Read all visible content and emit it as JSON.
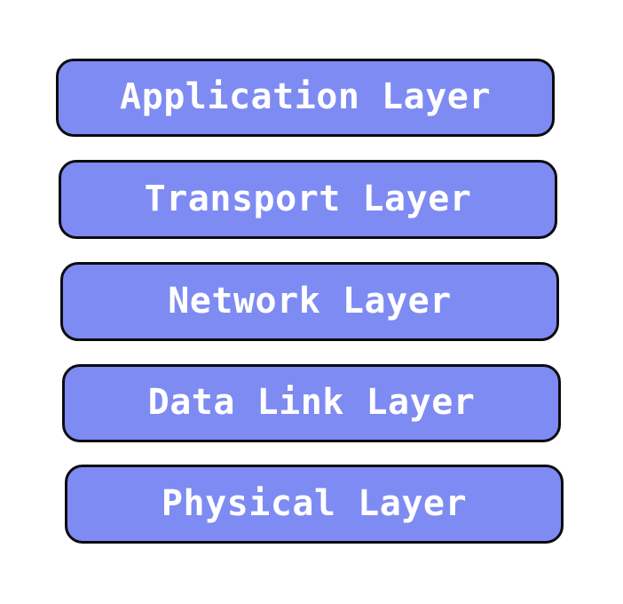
{
  "diagram": {
    "type": "layer-stack",
    "layers": [
      {
        "label": "Application Layer"
      },
      {
        "label": "Transport Layer"
      },
      {
        "label": "Network Layer"
      },
      {
        "label": "Data Link Layer"
      },
      {
        "label": "Physical Layer"
      }
    ],
    "colors": {
      "background": "#FFFFFF",
      "box_fill": "#7E8BF2",
      "box_border": "#0B0B10",
      "text": "#FFFFFF"
    }
  }
}
